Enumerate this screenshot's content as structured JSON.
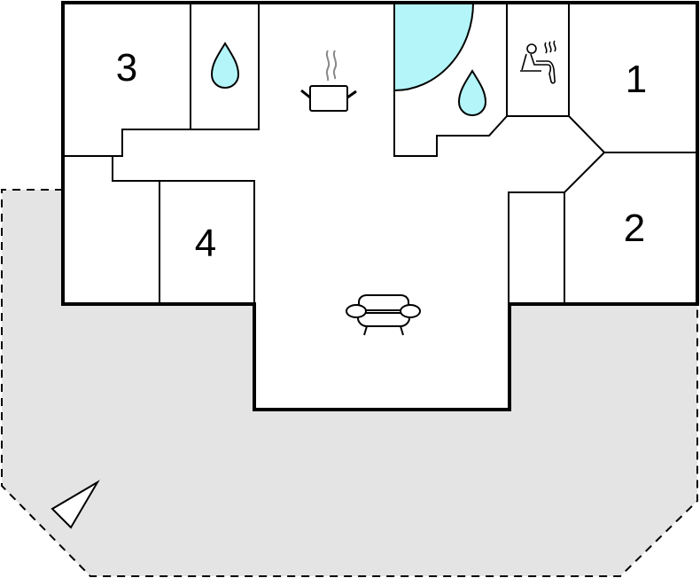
{
  "floor_plan": {
    "colors": {
      "terrace_fill": "#e4e4e4",
      "water_fill": "#b3f5f8",
      "wall": "#000000",
      "background": "#ffffff",
      "steam": "#888888"
    },
    "rooms": [
      {
        "id": "bedroom-1",
        "label": "1"
      },
      {
        "id": "bedroom-2",
        "label": "2"
      },
      {
        "id": "bedroom-3",
        "label": "3"
      },
      {
        "id": "bedroom-4",
        "label": "4"
      }
    ],
    "icons": [
      {
        "name": "bathroom-water-drop-icon",
        "room": "bathroom-left"
      },
      {
        "name": "bathroom-water-drop-icon",
        "room": "bathroom-right"
      },
      {
        "name": "kitchen-cooking-pot-icon",
        "room": "kitchen"
      },
      {
        "name": "sauna-icon",
        "room": "sauna"
      },
      {
        "name": "living-room-sofa-icon",
        "room": "living-room"
      },
      {
        "name": "whirlpool-quarter-circle",
        "room": "bathroom-right"
      },
      {
        "name": "north-arrow-icon",
        "room": "terrace"
      }
    ],
    "areas": [
      "terrace"
    ]
  }
}
